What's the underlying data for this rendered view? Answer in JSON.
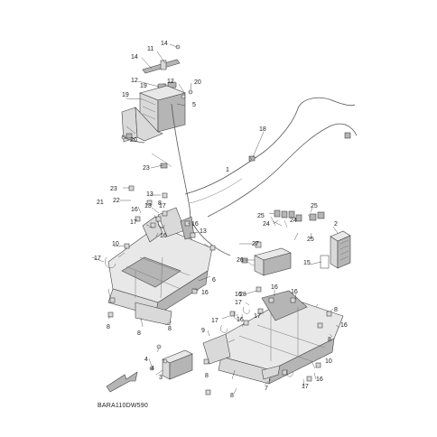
{
  "diagram": {
    "code": "BARA110DW590",
    "labels": [
      "1",
      "2",
      "3",
      "4",
      "4",
      "5",
      "6",
      "7",
      "8",
      "8",
      "8",
      "8",
      "8",
      "8",
      "8",
      "8",
      "9",
      "10",
      "10",
      "11",
      "12",
      "12",
      "13",
      "13",
      "13",
      "14",
      "14",
      "15",
      "16",
      "16",
      "16",
      "16",
      "16",
      "16",
      "16",
      "16",
      "16",
      "16",
      "17",
      "17",
      "17",
      "17",
      "17",
      "17",
      "17",
      "18",
      "19",
      "19",
      "20",
      "20",
      "21",
      "22",
      "23",
      "23",
      "24",
      "24",
      "25",
      "25",
      "25",
      "26",
      "27",
      "28"
    ]
  }
}
